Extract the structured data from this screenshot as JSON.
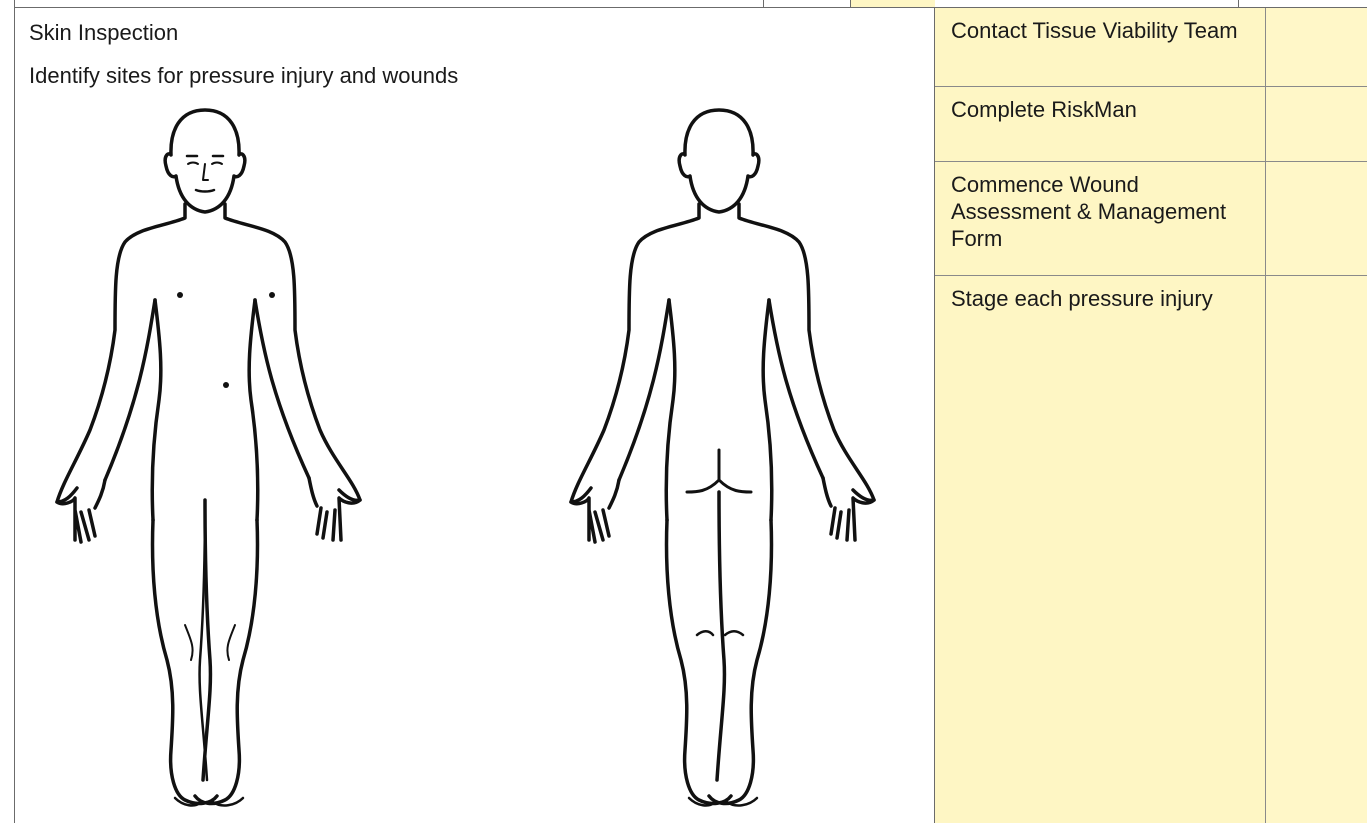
{
  "section": {
    "title": "Skin Inspection",
    "subtitle": "Identify sites for pressure injury and wounds"
  },
  "diagram": {
    "front_view_icon": "body-outline-front-icon",
    "back_view_icon": "body-outline-back-icon"
  },
  "actions": [
    {
      "label": "Contact Tissue Viability Team",
      "checked": false
    },
    {
      "label": "Complete RiskMan",
      "checked": false
    },
    {
      "label": "Commence Wound Assessment & Management Form",
      "checked": false
    },
    {
      "label": "Stage each pressure injury",
      "checked": false
    }
  ],
  "colors": {
    "action_column_bg": "#fef6c4",
    "border": "#6b6b6b",
    "text": "#1a1a1a"
  }
}
